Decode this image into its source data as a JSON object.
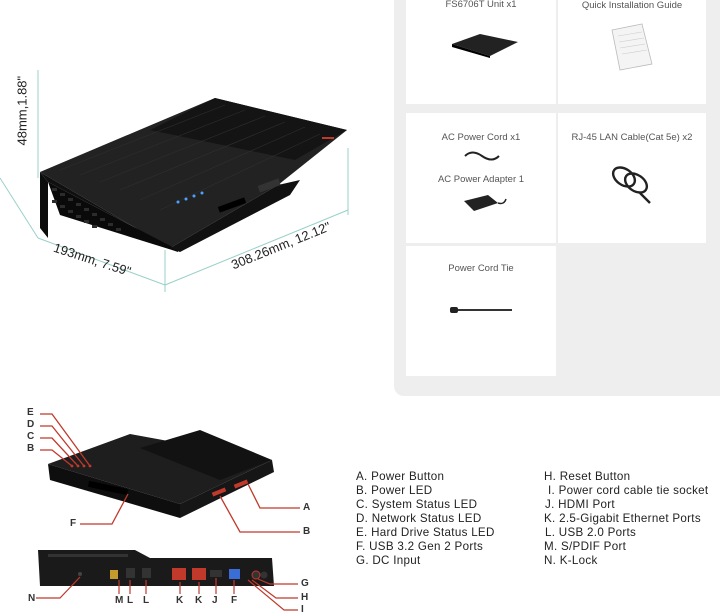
{
  "contents": {
    "items": [
      {
        "label": "FS6706T Unit x1"
      },
      {
        "label": "Quick Installation Guide"
      },
      {
        "label": "AC Power Cord x1"
      },
      {
        "label": "AC Power Adapter 1"
      },
      {
        "label": "RJ-45 LAN Cable(Cat 5e) x2"
      },
      {
        "label": "Power Cord Tie"
      }
    ]
  },
  "dimensions": {
    "height": "48mm,1.88\"",
    "width": "193mm, 7.59\"",
    "depth": "308.26mm, 12.12\""
  },
  "callouts": {
    "E": "E",
    "D": "D",
    "C": "C",
    "B_left": "B",
    "F_front": "F",
    "A": "A",
    "B_right": "B",
    "N": "N",
    "M": "M",
    "L1": "L",
    "L2": "L",
    "K1": "K",
    "K2": "K",
    "J": "J",
    "F_back": "F",
    "G": "G",
    "H": "H",
    "I": "I"
  },
  "legend": {
    "left": [
      "A. Power Button",
      "B. Power LED",
      "C. System Status LED",
      "D. Network Status LED",
      "E. Hard Drive Status LED",
      "F. USB 3.2 Gen 2 Ports",
      "G. DC Input"
    ],
    "right": [
      "H. Reset Button",
      "I. Power cord cable tie socket",
      "J. HDMI Port",
      "K. 2.5-Gigabit Ethernet Ports",
      "L. USB 2.0 Ports",
      "M. S/PDIF Port",
      "N. K-Lock"
    ]
  },
  "colors": {
    "accent": "#c0392b",
    "dimension_line": "#9ad0c9",
    "device": "#1c1c1c"
  }
}
